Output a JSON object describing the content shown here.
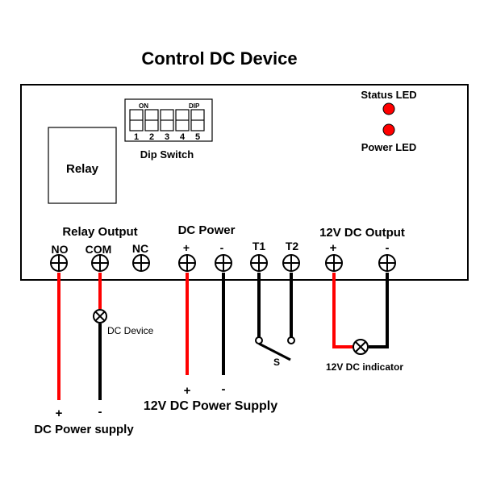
{
  "title": "Control DC Device",
  "dip_switch": {
    "on_label": "ON",
    "dip_label": "DIP",
    "numbers": [
      "1",
      "2",
      "3",
      "4",
      "5"
    ],
    "caption": "Dip Switch"
  },
  "relay_label": "Relay",
  "leds": {
    "status": "Status LED",
    "power": "Power LED",
    "color": "#ff0000"
  },
  "sections": {
    "relay_output": "Relay Output",
    "dc_power": "DC Power",
    "dc_output": "12V DC Output"
  },
  "terminals": {
    "no": "NO",
    "com": "COM",
    "nc": "NC",
    "pwr_plus": "+",
    "pwr_minus": "-",
    "t1": "T1",
    "t2": "T2",
    "out_plus": "+",
    "out_minus": "-"
  },
  "external": {
    "dc_device": "DC Device",
    "switch": "S",
    "indicator": "12V DC indicator",
    "supply_plus": "+",
    "supply_minus": "-",
    "supply_label": "12V DC Power Supply",
    "dc_plus": "+",
    "dc_minus": "-",
    "dc_supply_label": "DC Power supply"
  },
  "colors": {
    "positive_wire": "#ff0000",
    "negative_wire": "#000000"
  }
}
